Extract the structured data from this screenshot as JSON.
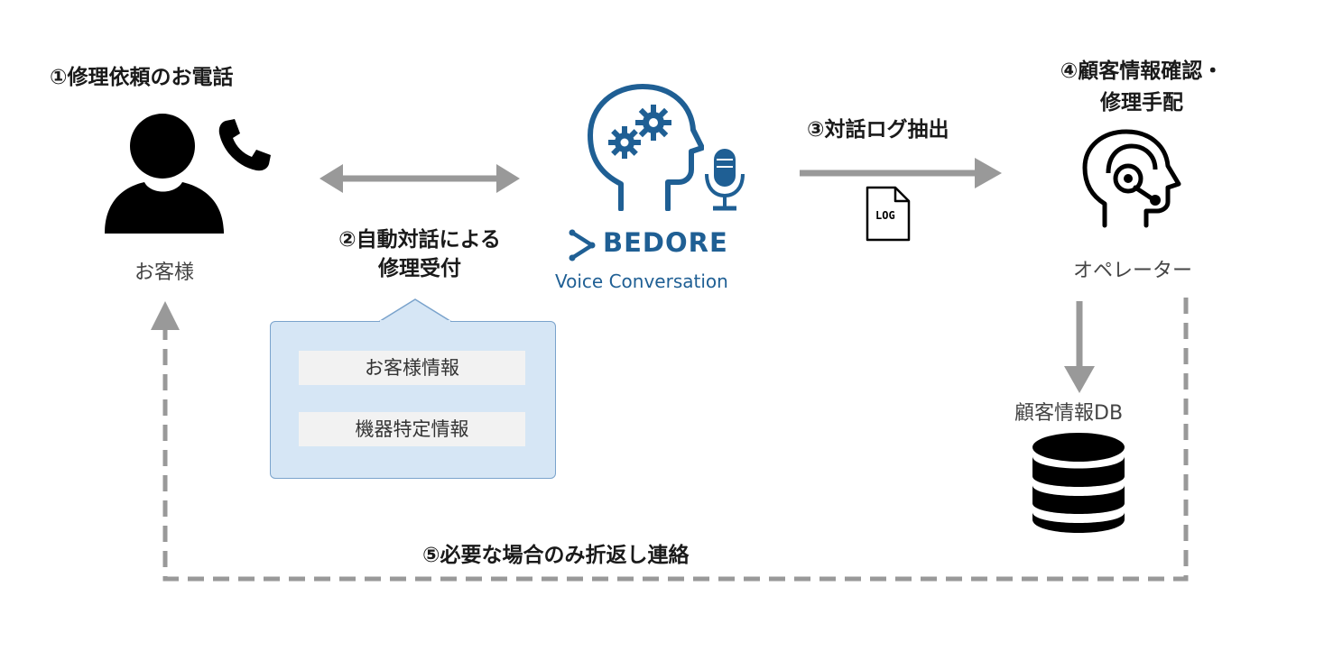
{
  "steps": {
    "s1": "①修理依頼のお電話",
    "s2_line1": "②自動対話による",
    "s2_line2": "修理受付",
    "s3": "③対話ログ抽出",
    "s4_line1": "④顧客情報確認・",
    "s4_line2": "修理手配",
    "s5": "⑤必要な場合のみ折返し連絡"
  },
  "customer": {
    "label": "お客様"
  },
  "bedore": {
    "brand": "BEDORE",
    "product": "Voice Conversation"
  },
  "bubble": {
    "items": [
      "お客様情報",
      "機器特定情報"
    ]
  },
  "log_file": {
    "label": "LOG"
  },
  "operator": {
    "label": "オペレーター"
  },
  "database": {
    "label": "顧客情報DB"
  },
  "colors": {
    "accent": "#1f5f94",
    "arrow": "#999999",
    "bubble_bg": "#d6e6f5"
  },
  "icons": [
    "person-icon",
    "phone-icon",
    "brain-gears-icon",
    "microphone-icon",
    "bedore-logo-icon",
    "log-file-icon",
    "operator-headset-icon",
    "database-icon"
  ]
}
